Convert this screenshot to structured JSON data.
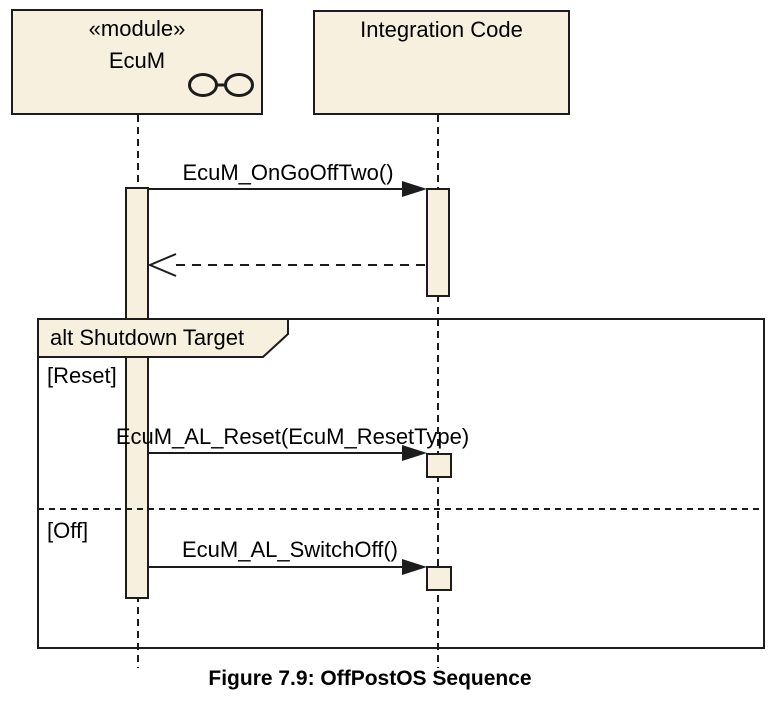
{
  "diagram": {
    "participants": [
      {
        "stereotype": "«module»",
        "name": "EcuM",
        "icon": "eyeglasses-icon"
      },
      {
        "stereotype": "",
        "name": "Integration Code",
        "icon": ""
      }
    ],
    "messages": [
      {
        "label": "EcuM_OnGoOffTwo()",
        "from": "EcuM",
        "to": "Integration Code",
        "kind": "sync-call"
      },
      {
        "label": "",
        "from": "Integration Code",
        "to": "EcuM",
        "kind": "return"
      },
      {
        "label": "EcuM_AL_Reset(EcuM_ResetType)",
        "from": "EcuM",
        "to": "Integration Code",
        "kind": "sync-call"
      },
      {
        "label": "EcuM_AL_SwitchOff()",
        "from": "EcuM",
        "to": "Integration Code",
        "kind": "sync-call"
      }
    ],
    "fragment": {
      "operator_label": "alt Shutdown Target",
      "guards": [
        "[Reset]",
        "[Off]"
      ]
    },
    "caption": "Figure 7.9: OffPostOS Sequence",
    "colors": {
      "fill": "#F7F0DE",
      "line": "#1C1C1C",
      "text": "#000000",
      "background": "#FFFFFF"
    }
  }
}
